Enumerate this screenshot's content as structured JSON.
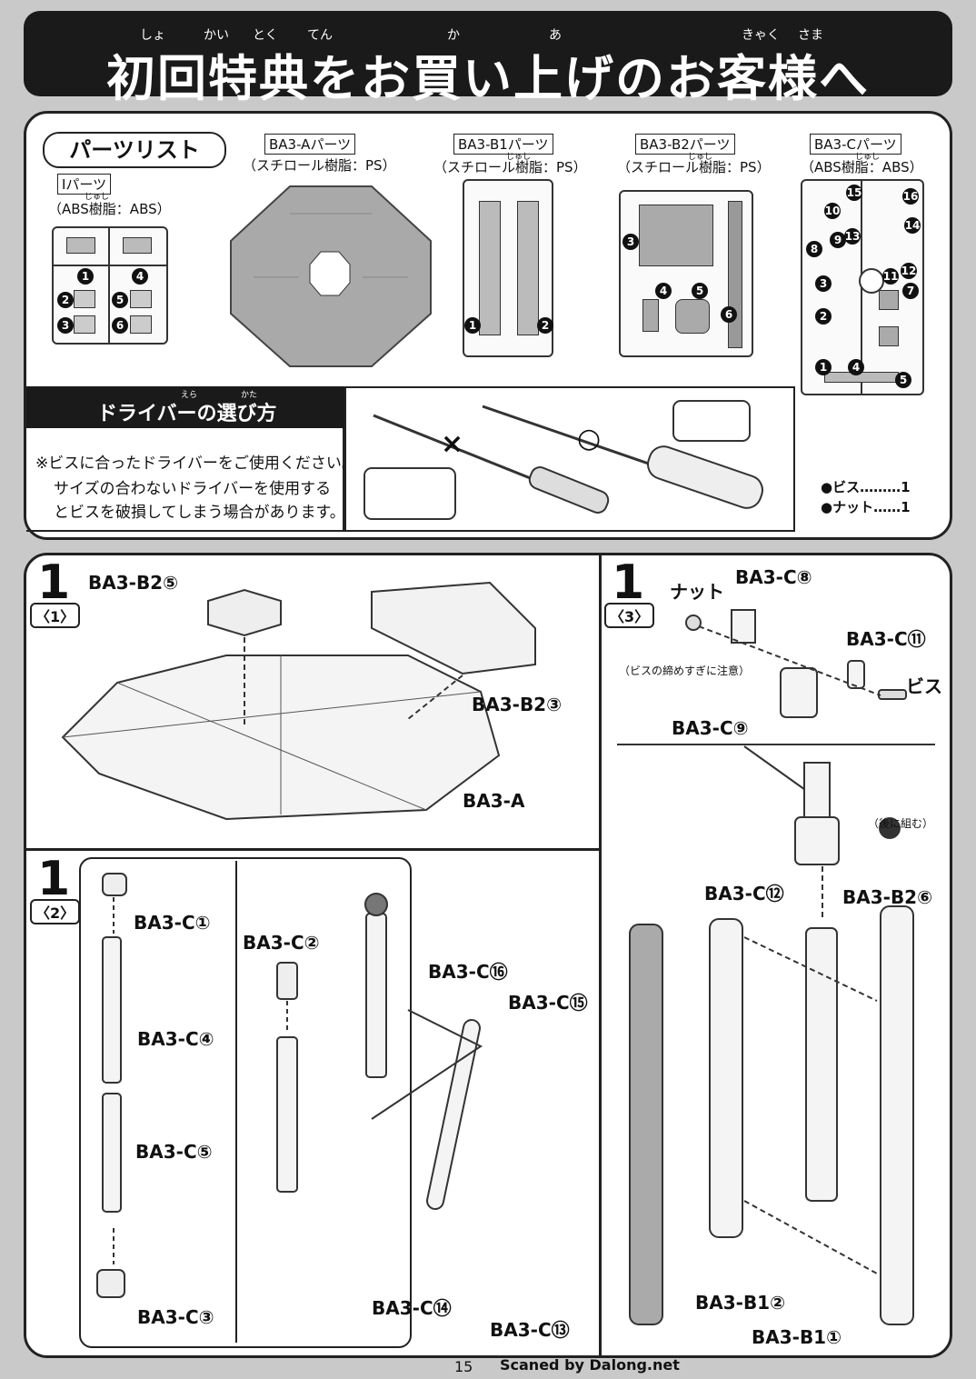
{
  "header": {
    "title": "初回特典をお買い上げのお客様へ",
    "ruby": [
      "しょ",
      "かい",
      "とく",
      "てん",
      "か",
      "あ",
      "きゃく",
      "さま"
    ]
  },
  "parts_list": {
    "heading": "パーツリスト",
    "sprues": [
      {
        "name": "Iパーツ",
        "material": "（ABS樹脂：ABS）",
        "ruby": "じゅし",
        "numbers": [
          "1",
          "4",
          "2",
          "5",
          "3",
          "6"
        ]
      },
      {
        "name": "BA3-Aパーツ",
        "material": "（スチロール樹脂：PS）",
        "ruby": "",
        "numbers": []
      },
      {
        "name": "BA3-B1パーツ",
        "material": "（スチロール樹脂：PS）",
        "ruby": "じゅし",
        "numbers": [
          "1",
          "2"
        ]
      },
      {
        "name": "BA3-B2パーツ",
        "material": "（スチロール樹脂：PS）",
        "ruby": "じゅし",
        "numbers": [
          "3",
          "4",
          "5",
          "6"
        ]
      },
      {
        "name": "BA3-Cパーツ",
        "material": "（ABS樹脂：ABS）",
        "ruby": "じゅし",
        "numbers": [
          "15",
          "16",
          "10",
          "14",
          "8",
          "9",
          "13",
          "11",
          "12",
          "3",
          "7",
          "2",
          "1",
          "4",
          "5"
        ]
      }
    ]
  },
  "driver": {
    "heading": "ドライバーの選び方",
    "heading_ruby": [
      "えら",
      "かた"
    ],
    "note_lines": [
      "※ビスに合ったドライバーをご使用ください。",
      "サイズの合わないドライバーを使用する",
      "とビスを破損してしまう場合があります。"
    ],
    "wrong_mark": "×",
    "right_mark": "○",
    "counts": [
      "●ビス………1",
      "●ナット……1"
    ]
  },
  "step1_1": {
    "num": "1",
    "sub": "〈1〉",
    "labels": [
      "BA3-B2⑤",
      "BA3-B2③",
      "BA3-A"
    ]
  },
  "step1_2": {
    "num": "1",
    "sub": "〈2〉",
    "labels": [
      "BA3-C①",
      "BA3-C④",
      "BA3-C⑤",
      "BA3-C③",
      "BA3-C②",
      "BA3-C⑯",
      "BA3-C⑮",
      "BA3-C⑭",
      "BA3-C⑬"
    ]
  },
  "step1_3": {
    "num": "1",
    "sub": "〈3〉",
    "labels": [
      "ナット",
      "BA3-C⑧",
      "BA3-C⑪",
      "ビス",
      "BA3-C⑨",
      "BA3-C⑫",
      "BA3-B2⑥",
      "BA3-B1②",
      "BA3-B1①"
    ],
    "caution": "（ビスの締めすぎに注意）",
    "later": "（後に組む）"
  },
  "footer": {
    "page": "15",
    "credit": "Scaned by Dalong.net"
  }
}
